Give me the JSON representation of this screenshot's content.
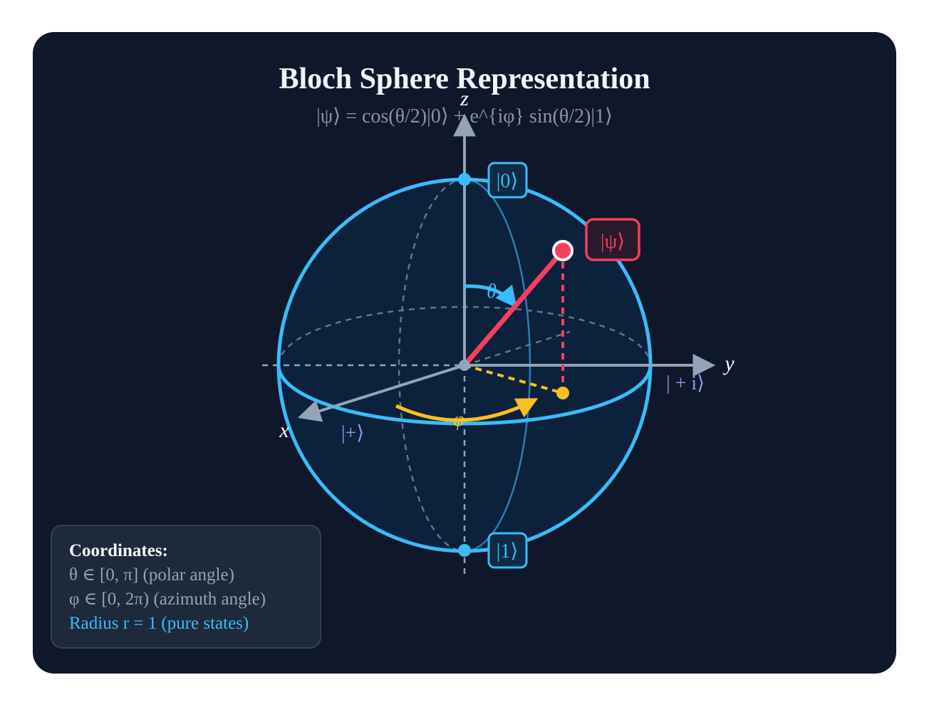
{
  "title": "Bloch Sphere Representation",
  "formula": "|ψ⟩ = cos(θ/2)|0⟩ + e^{iφ} sin(θ/2)|1⟩",
  "axes": {
    "x": "x",
    "y": "y",
    "z": "z"
  },
  "states": {
    "zero": "|0⟩",
    "one": "|1⟩",
    "plus": "|+⟩",
    "plus_i": "| + i⟩",
    "psi": "|ψ⟩"
  },
  "angles": {
    "theta": "θ",
    "phi": "φ"
  },
  "legend": {
    "title": "Coordinates:",
    "lines": [
      "θ ∈ [0, π] (polar angle)",
      "φ ∈ [0, 2π) (azimuth angle)",
      "Radius r = 1 (pure states)"
    ]
  },
  "colors": {
    "background": "#0f172a",
    "sphere": "#38bdf8",
    "axis": "#94a3b8",
    "state_vector": "#f43f5e",
    "projection": "#fbbf24"
  }
}
